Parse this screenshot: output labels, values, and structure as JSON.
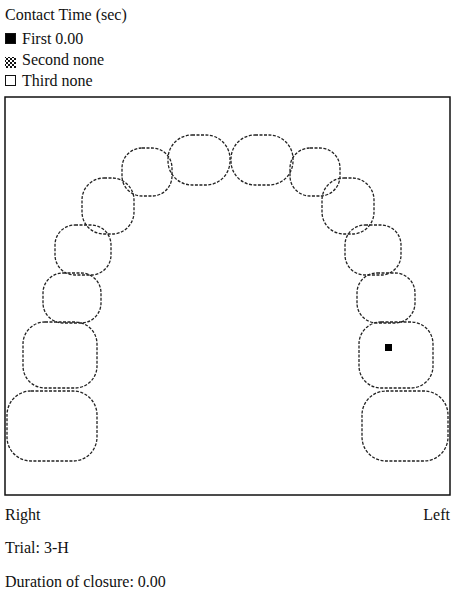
{
  "diagram": {
    "labels": [
      "Contact Time (sec)",
      "Right",
      "Left",
      "Trial: 3-H",
      "Duration of closure: 0.00"
    ],
    "legend": [
      {
        "text": "First 0.00",
        "color": "#000000"
      },
      {
        "text": "Second none"
      },
      {
        "text": "Third none",
        "color": "#ffffff"
      }
    ]
  }
}
